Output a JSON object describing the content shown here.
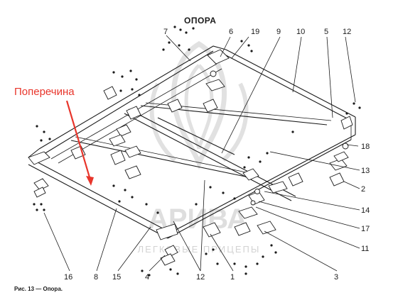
{
  "title": "ОПОРА",
  "highlight_label": "Поперечина",
  "caption": "Рис. 13 — Опора.",
  "watermark": {
    "brand": "АРИВА",
    "tagline": "ЛЕГКОВЫЕ ПРИЦЕПЫ"
  },
  "callouts": {
    "c7": "7",
    "c6": "6",
    "c19": "19",
    "c9": "9",
    "c10": "10",
    "c5": "5",
    "c12_top": "12",
    "c18": "18",
    "c13": "13",
    "c2": "2",
    "c14": "14",
    "c17": "17",
    "c11": "11",
    "c3": "3",
    "c1": "1",
    "c12_bottom": "12",
    "c4": "4",
    "c15": "15",
    "c8": "8",
    "c16": "16"
  },
  "colors": {
    "line": "#1a1a1a",
    "highlight": "#e8352b",
    "watermark": "#c9c9c9"
  }
}
